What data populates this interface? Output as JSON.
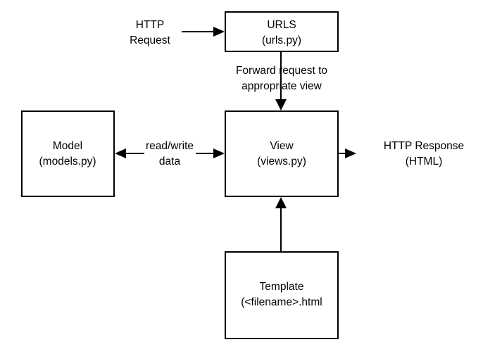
{
  "diagram": {
    "title": "Django request/response flow",
    "background_color": "#ffffff",
    "stroke_color": "#000000",
    "nodes": [
      {
        "id": "urls",
        "name": "urls-box",
        "line1": "URLS",
        "line2": "(urls.py)"
      },
      {
        "id": "view",
        "name": "view-box",
        "line1": "View",
        "line2": "(views.py)"
      },
      {
        "id": "model",
        "name": "model-box",
        "line1": "Model",
        "line2": "(models.py)"
      },
      {
        "id": "template",
        "name": "template-box",
        "line1": "Template",
        "line2": "(<filename>.html"
      }
    ],
    "edge_labels": {
      "http_request_line1": "HTTP",
      "http_request_line2": "Request",
      "forward_line1": "Forward request to",
      "forward_line2": "appropriate view",
      "readwrite_line1": "read/write",
      "readwrite_line2": "data",
      "http_response_line1": "HTTP Response",
      "http_response_line2": "(HTML)"
    }
  }
}
